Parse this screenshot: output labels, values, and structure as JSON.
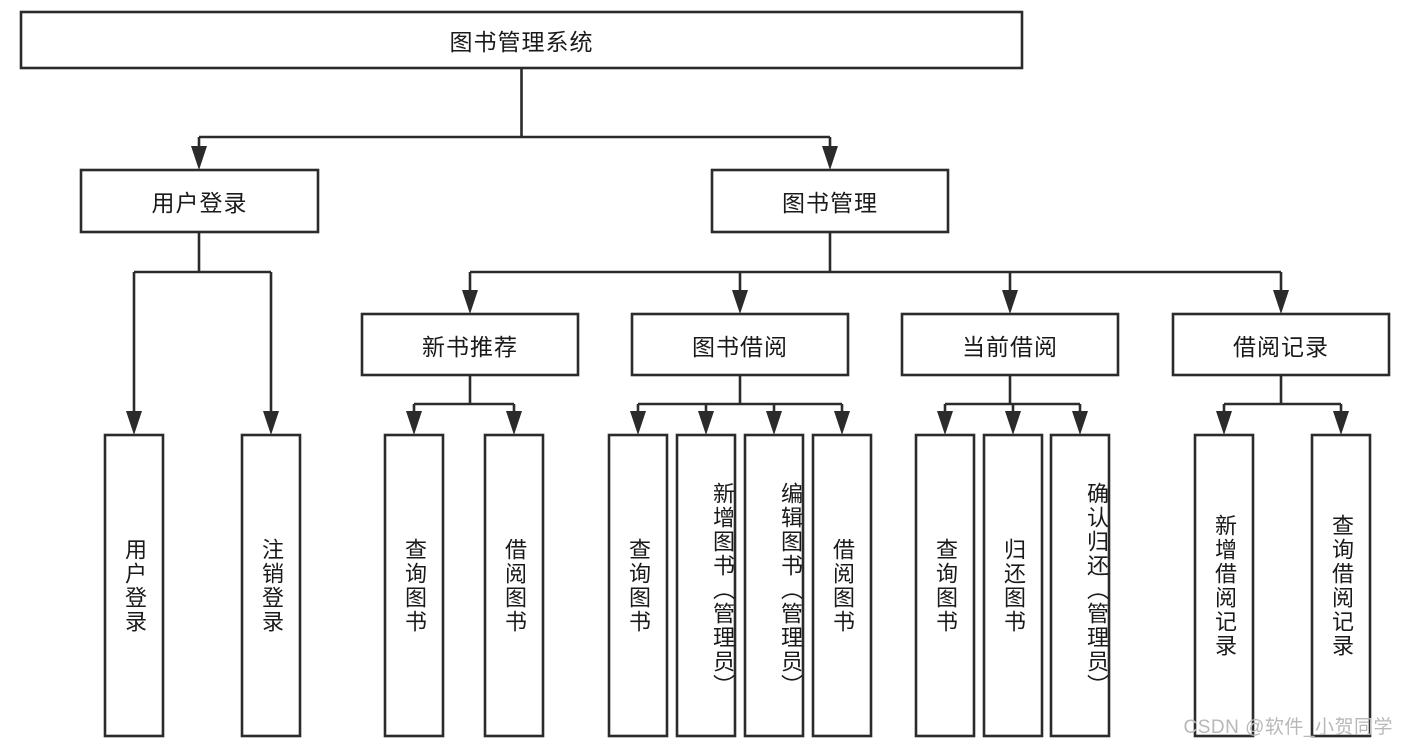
{
  "diagram": {
    "type": "tree-hierarchy",
    "title": "图书管理系统",
    "watermark": "CSDN @软件_小贺同学",
    "colors": {
      "background": "#ffffff",
      "stroke": "#2b2b2b",
      "node_fill": "#ffffff",
      "text": "#1a1a1a",
      "watermark": "#b8b8b8"
    },
    "nodes": {
      "root": {
        "label": "图书管理系统",
        "orientation": "horizontal"
      },
      "level2": [
        {
          "id": "user-login",
          "label": "用户登录",
          "orientation": "horizontal"
        },
        {
          "id": "book-manage",
          "label": "图书管理",
          "orientation": "horizontal"
        }
      ],
      "level3": [
        {
          "id": "new-book-recommend",
          "label": "新书推荐",
          "orientation": "horizontal"
        },
        {
          "id": "book-borrow",
          "label": "图书借阅",
          "orientation": "horizontal"
        },
        {
          "id": "current-borrow",
          "label": "当前借阅",
          "orientation": "horizontal"
        },
        {
          "id": "borrow-record",
          "label": "借阅记录",
          "orientation": "horizontal"
        }
      ],
      "leaves": [
        {
          "id": "leaf-user-login",
          "label": "用户登录",
          "parent": "user-login",
          "orientation": "vertical"
        },
        {
          "id": "leaf-user-logout",
          "label": "注销登录",
          "parent": "user-login",
          "orientation": "vertical"
        },
        {
          "id": "leaf-query-book-1",
          "label": "查询图书",
          "parent": "new-book-recommend",
          "orientation": "vertical"
        },
        {
          "id": "leaf-borrow-book-1",
          "label": "借阅图书",
          "parent": "new-book-recommend",
          "orientation": "vertical"
        },
        {
          "id": "leaf-query-book-2",
          "label": "查询图书",
          "parent": "book-borrow",
          "orientation": "vertical"
        },
        {
          "id": "leaf-add-book",
          "label": "新增图书（管理员）",
          "parent": "book-borrow",
          "orientation": "vertical"
        },
        {
          "id": "leaf-edit-book",
          "label": "编辑图书（管理员）",
          "parent": "book-borrow",
          "orientation": "vertical"
        },
        {
          "id": "leaf-borrow-book-2",
          "label": "借阅图书",
          "parent": "book-borrow",
          "orientation": "vertical"
        },
        {
          "id": "leaf-query-book-3",
          "label": "查询图书",
          "parent": "current-borrow",
          "orientation": "vertical"
        },
        {
          "id": "leaf-return-book",
          "label": "归还图书",
          "parent": "current-borrow",
          "orientation": "vertical"
        },
        {
          "id": "leaf-confirm-return",
          "label": "确认归还（管理员）",
          "parent": "current-borrow",
          "orientation": "vertical"
        },
        {
          "id": "leaf-add-record",
          "label": "新增借阅记录",
          "parent": "borrow-record",
          "orientation": "vertical"
        },
        {
          "id": "leaf-query-record",
          "label": "查询借阅记录",
          "parent": "borrow-record",
          "orientation": "vertical"
        }
      ]
    }
  }
}
